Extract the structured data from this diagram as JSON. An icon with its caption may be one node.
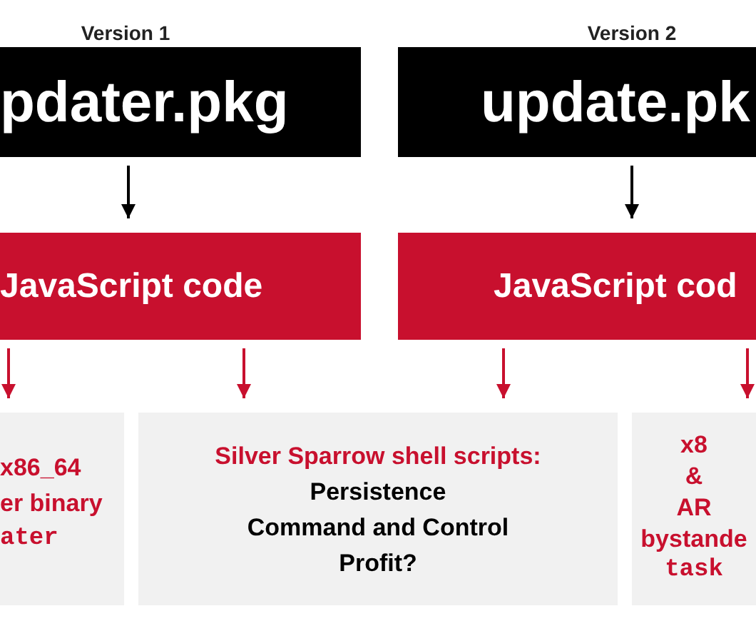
{
  "diagram": {
    "nodes": [
      {
        "text": [
          "pdater.pkg"
        ],
        "beside": [
          "Version 1"
        ]
      },
      {
        "text": [
          "update.pk"
        ],
        "beside": [
          "Version 2"
        ]
      },
      {
        "text": [
          "JavaScript code"
        ]
      },
      {
        "text": [
          "JavaScript cod"
        ]
      },
      {
        "text": [
          "x86_64",
          "er binary",
          "ater"
        ]
      },
      {
        "text": [
          "Silver Sparrow shell scripts:",
          "Persistence",
          "Command and Control",
          "Profit?"
        ]
      },
      {
        "text": [
          "x8",
          "&",
          "AR",
          "bystande",
          "task"
        ]
      }
    ],
    "edges": [
      {
        "from": 0,
        "to": 2,
        "arrow": "to",
        "color": "#000000"
      },
      {
        "from": 1,
        "to": 3,
        "arrow": "to",
        "color": "#000000"
      },
      {
        "from": 2,
        "to": 4,
        "arrow": "to"
      },
      {
        "from": 2,
        "to": 5,
        "arrow": "to"
      },
      {
        "from": 3,
        "to": 5,
        "arrow": "to"
      },
      {
        "from": 3,
        "to": 6,
        "arrow": "to"
      }
    ]
  }
}
